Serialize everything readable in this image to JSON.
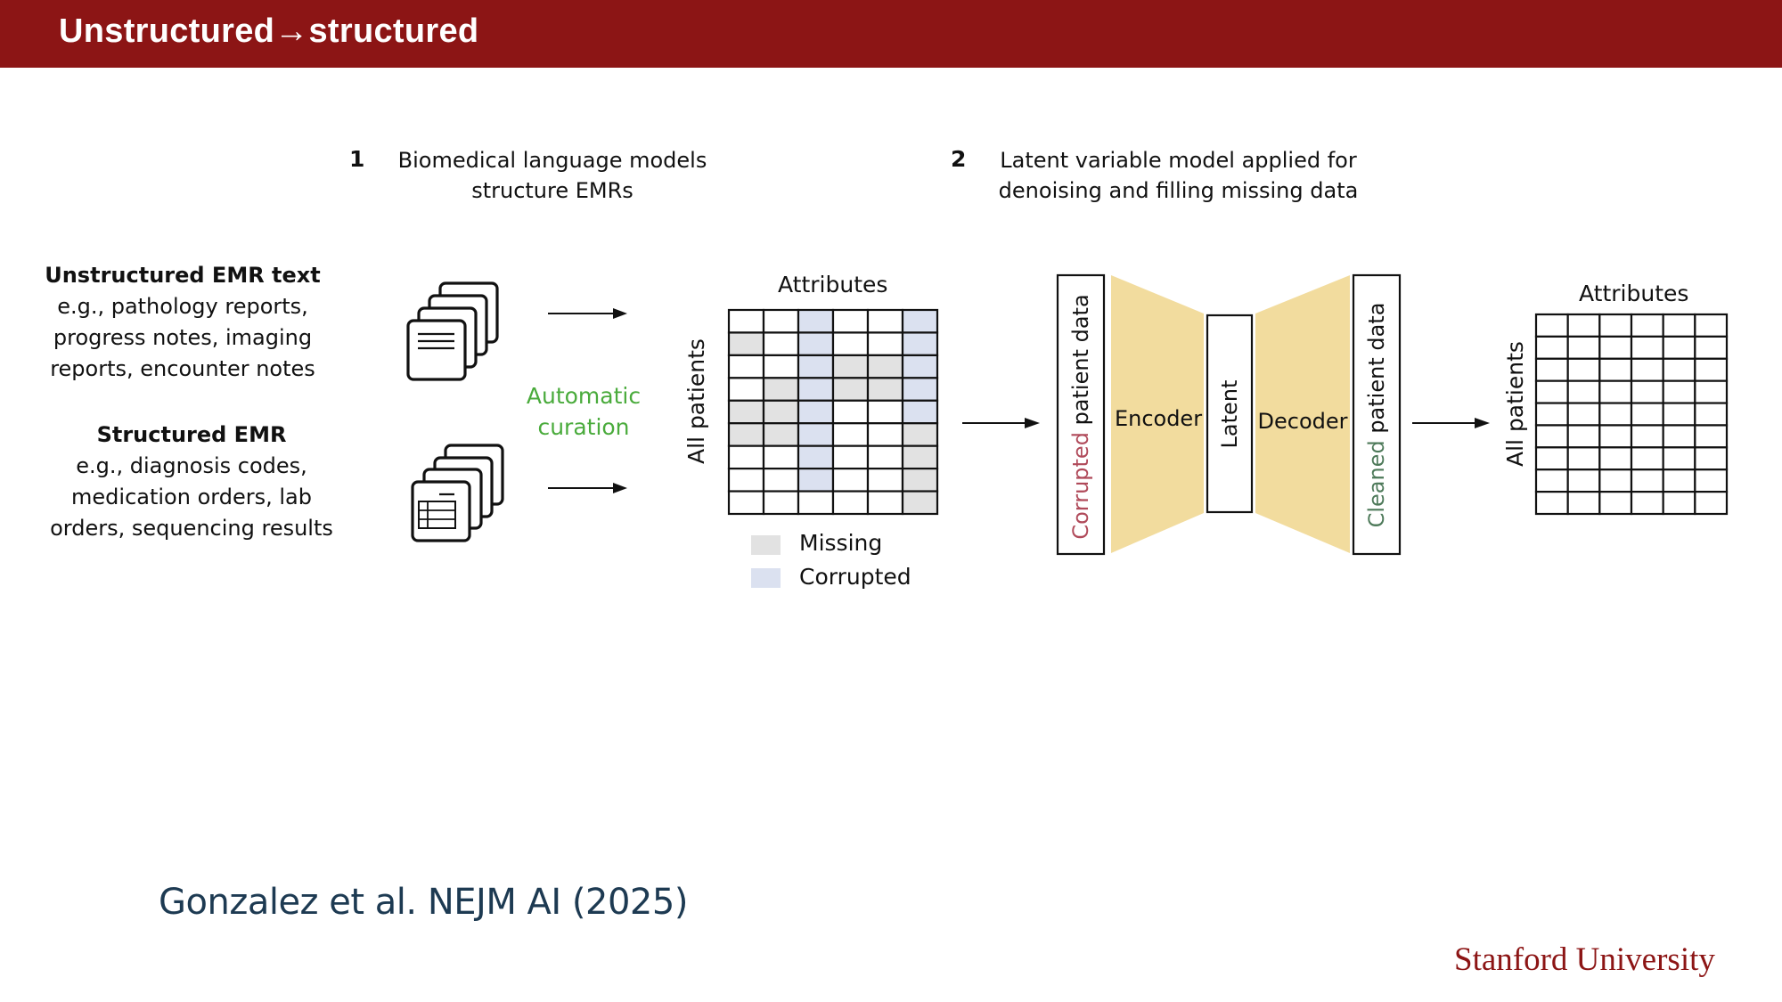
{
  "header": {
    "title": "Unstructured→structured"
  },
  "steps": [
    {
      "number": "1",
      "text_line1": "Biomedical language models",
      "text_line2": "structure EMRs"
    },
    {
      "number": "2",
      "text_line1": "Latent variable model applied for",
      "text_line2": "denoising and filling missing data"
    }
  ],
  "sources": [
    {
      "title": "Unstructured EMR text",
      "lines": [
        "e.g., pathology reports,",
        "progress notes, imaging",
        "reports, encounter notes"
      ],
      "icon": "text-document-stack-icon"
    },
    {
      "title": "Structured EMR",
      "lines": [
        "e.g., diagnosis codes,",
        "medication orders, lab",
        "orders, sequencing results"
      ],
      "icon": "table-document-stack-icon"
    }
  ],
  "curation": {
    "line1": "Automatic",
    "line2": "curation"
  },
  "input_matrix": {
    "column_label": "Attributes",
    "row_label": "All patients",
    "rows": 9,
    "cols": 6,
    "cells": [
      [
        ".",
        ".",
        "C",
        ".",
        ".",
        "C"
      ],
      [
        "M",
        ".",
        "C",
        ".",
        ".",
        "C"
      ],
      [
        ".",
        ".",
        "C",
        "M",
        "M",
        "C"
      ],
      [
        ".",
        "M",
        "C",
        "M",
        "M",
        "C"
      ],
      [
        "M",
        "M",
        "C",
        ".",
        ".",
        "C"
      ],
      [
        "M",
        "M",
        "C",
        ".",
        ".",
        "M"
      ],
      [
        ".",
        ".",
        "C",
        ".",
        ".",
        "M"
      ],
      [
        ".",
        ".",
        "C",
        ".",
        ".",
        "M"
      ],
      [
        ".",
        ".",
        ".",
        ".",
        ".",
        "M"
      ]
    ]
  },
  "legend": [
    {
      "key": "M",
      "label": "Missing",
      "color": "#e2e2e2"
    },
    {
      "key": "C",
      "label": "Corrupted",
      "color": "#dbe1f0"
    }
  ],
  "model": {
    "input_label_colored": "Corrupted",
    "input_label_rest": " patient data",
    "input_color": "#b04a5a",
    "encoder_label": "Encoder",
    "latent_label": "Latent",
    "decoder_label": "Decoder",
    "output_label_colored": "Cleaned",
    "output_label_rest": " patient data",
    "output_color": "#4e7a5a",
    "block_color": "#f2dc9e"
  },
  "output_matrix": {
    "column_label": "Attributes",
    "row_label": "All patients",
    "rows": 9,
    "cols": 6
  },
  "citation": "Gonzalez et al. NEJM AI (2025)",
  "footer_logo": "Stanford University",
  "colors": {
    "brand": "#8c1515",
    "curation_green": "#4aab3c",
    "citation": "#1d3a52"
  }
}
